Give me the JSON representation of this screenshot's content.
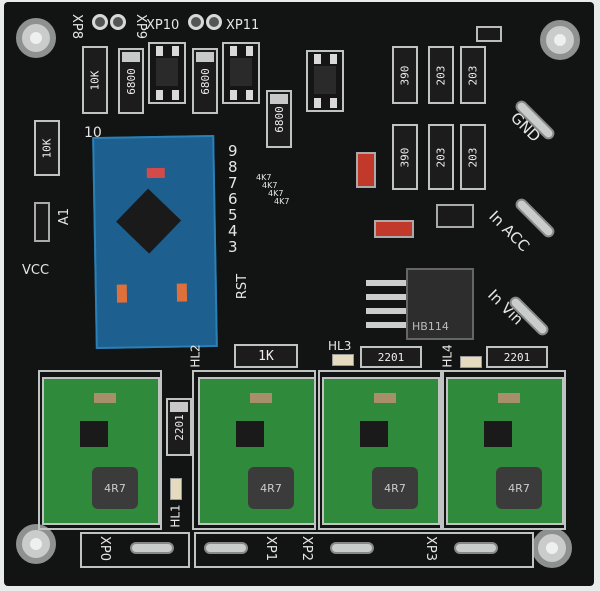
{
  "connectors": {
    "xp8": "XP8",
    "xp9": "XP9",
    "xp10": "XP10",
    "xp11": "XP11",
    "xp0": "XP0",
    "xp1": "XP1",
    "xp2": "XP2",
    "xp3": "XP3"
  },
  "resistors": {
    "r10k_top": "10K",
    "r6800_a": "6800",
    "r6800_b": "6800",
    "r6800_c": "6800",
    "r10k_left": "10K",
    "r390_a": "390",
    "r203_a": "203",
    "r203_b": "203",
    "r390_b": "390",
    "r203_c": "203",
    "r203_d": "203",
    "r1k": "1K",
    "r2201_a": "2201",
    "r2201_b": "2201",
    "r2201_c": "2201",
    "r4k7": [
      "4K7",
      "4K7",
      "4K7",
      "4K7"
    ]
  },
  "labels": {
    "pin10": "10",
    "pins": [
      "9",
      "8",
      "7",
      "6",
      "5",
      "4",
      "3"
    ],
    "a1": "A1",
    "vcc": "VCC",
    "rst": "RST",
    "gnd": "GND",
    "in_acc": "In ACC",
    "in_vin": "In Vin",
    "hl1": "HL1",
    "hl2": "HL2",
    "hl3": "HL3",
    "hl4": "HL4"
  },
  "regulator": {
    "marking": "HB114"
  },
  "modules": [
    {
      "inductor": "4R7"
    },
    {
      "inductor": "4R7"
    },
    {
      "inductor": "4R7"
    },
    {
      "inductor": "4R7"
    }
  ],
  "colors": {
    "board": "#121313",
    "silk": "#e6e6e6",
    "arduino": "#1d5f8f",
    "module": "#2f8a3b"
  }
}
